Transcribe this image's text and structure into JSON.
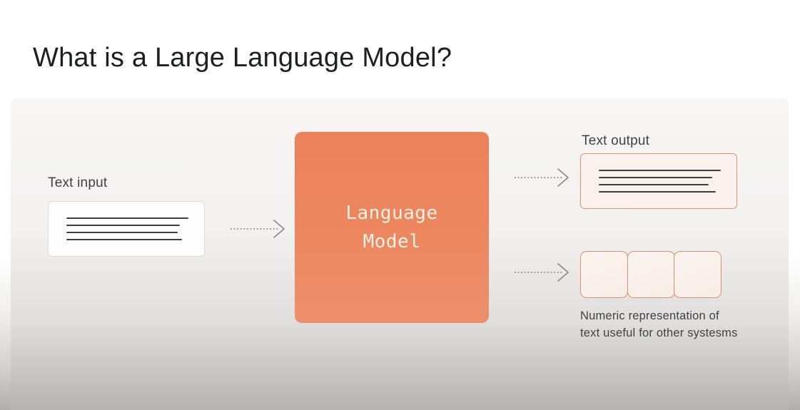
{
  "slide": {
    "title": "What is a Large Language Model?"
  },
  "diagram": {
    "input": {
      "label": "Text input",
      "line_widths_pct": [
        100,
        93,
        91,
        95
      ]
    },
    "model": {
      "label": "Language\nModel"
    },
    "output": {
      "label": "Text output",
      "line_widths_pct": [
        100,
        93,
        90,
        96
      ]
    },
    "numeric": {
      "box_count": 3,
      "caption": "Numeric representation of\ntext useful for other systesms"
    },
    "colors": {
      "model_box_top": "#ED8159",
      "model_box_bottom": "#EC8F6D",
      "model_text": "#FBF2E7",
      "orange_border": "#DD9070",
      "orange_fill": "#FAF1EC",
      "panel_top": "#F7F6F5",
      "panel_bottom": "#B5B3B1",
      "arrow_gray": "#8a8a8a",
      "title_text": "#1E1F21",
      "label_text": "#3F4245",
      "text_line": "#3D3D3D"
    }
  }
}
